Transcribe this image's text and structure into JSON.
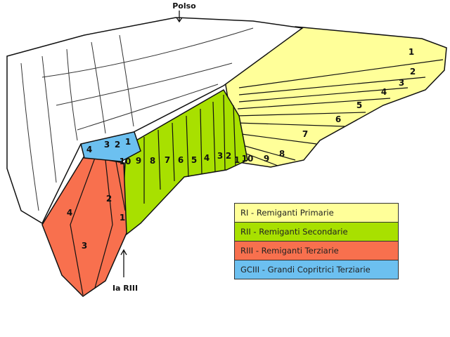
{
  "labels": {
    "wrist": "Polso",
    "first_tertiary": "Ia RIII"
  },
  "primaries": [
    "1",
    "2",
    "3",
    "4",
    "5",
    "6",
    "7",
    "8",
    "9",
    "10"
  ],
  "secondaries": [
    "1",
    "2",
    "3",
    "4",
    "5",
    "6",
    "7",
    "8",
    "9",
    "10"
  ],
  "coverts": [
    "1",
    "2",
    "3",
    "4"
  ],
  "tertiaries": [
    "1",
    "2",
    "3",
    "4"
  ],
  "legend": [
    {
      "text": "RI - Remiganti  Primarie",
      "color": "#ffff99"
    },
    {
      "text": "RII - Remiganti  Secondarie",
      "color": "#a8e000"
    },
    {
      "text": "RIII - Remiganti  Terziarie",
      "color": "#f8704e"
    },
    {
      "text": "GCIII - Grandi Copritrici Terziarie",
      "color": "#6cc0f0"
    }
  ]
}
